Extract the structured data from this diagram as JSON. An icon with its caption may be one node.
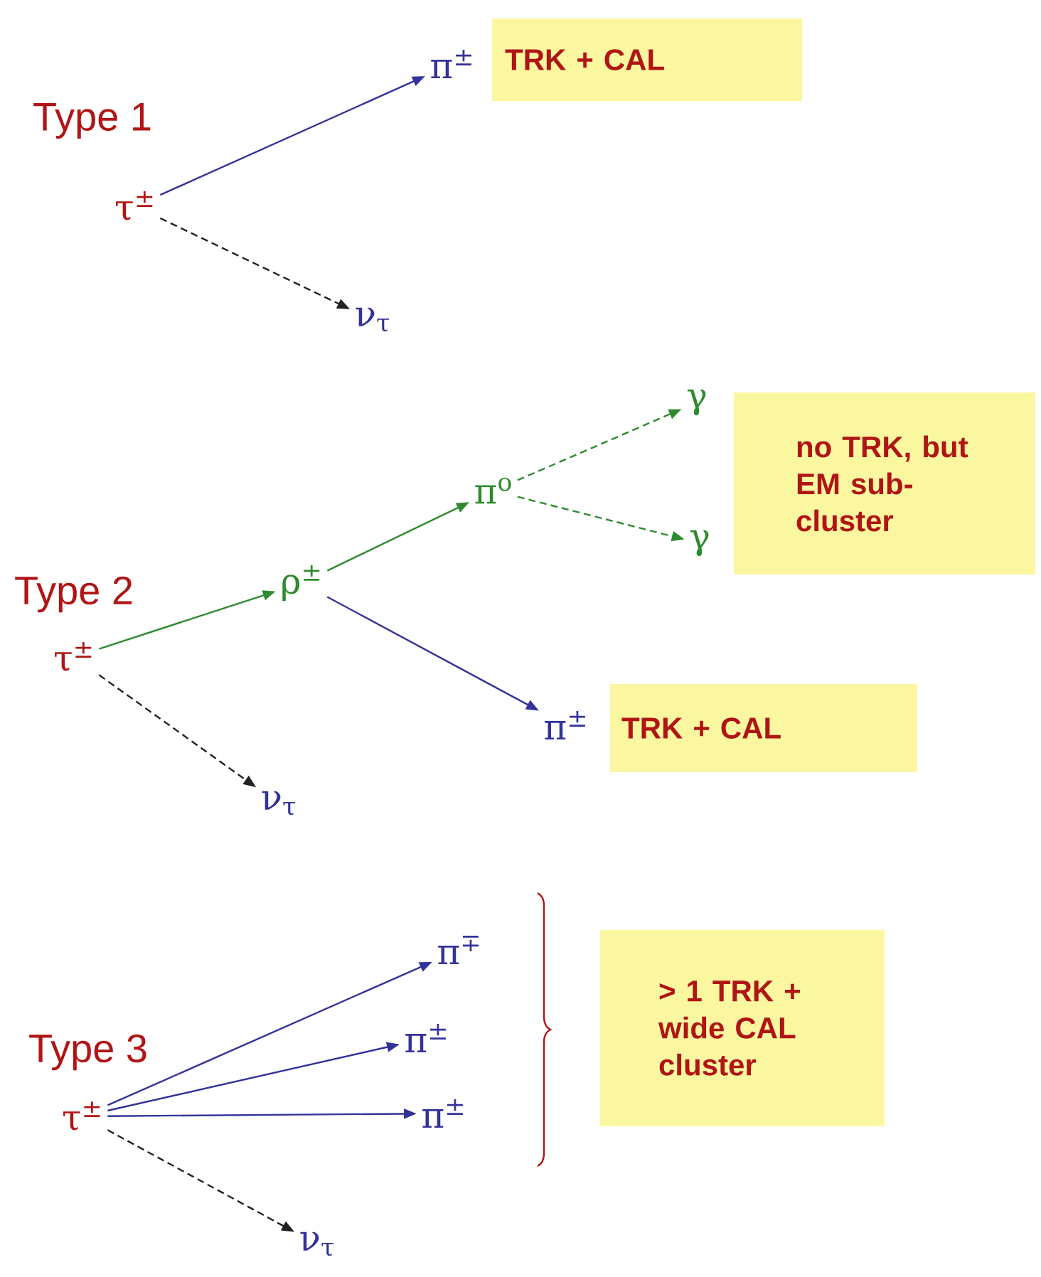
{
  "diagram": {
    "nodes": [
      {
        "text": [
          "τ$^{±}$"
        ]
      },
      {
        "text": [
          "π$^{±}$"
        ]
      },
      {
        "text": [
          "TRK + CAL"
        ]
      },
      {
        "text": [
          "ν$_{τ}$"
        ]
      },
      {
        "text": [
          "τ$^{±}$"
        ]
      },
      {
        "text": [
          "ρ$^{±}$"
        ]
      },
      {
        "text": [
          "π$^{o}$"
        ]
      },
      {
        "text": [
          "γ"
        ]
      },
      {
        "text": [
          "γ"
        ]
      },
      {
        "text": [
          "no TRK, but EM sub-cluster"
        ]
      },
      {
        "text": [
          "π$^{±}$"
        ]
      },
      {
        "text": [
          "TRK + CAL"
        ]
      },
      {
        "text": [
          "ν$_{τ}$"
        ]
      },
      {
        "text": [
          "τ$^{±}$"
        ]
      },
      {
        "text": [
          "π$^{∓}$"
        ]
      },
      {
        "text": [
          "π$^{±}$"
        ]
      },
      {
        "text": [
          "π$^{±}$"
        ]
      },
      {
        "text": [
          "> 1 TRK + wide CAL cluster"
        ]
      },
      {
        "text": [
          "ν$_{τ}$"
        ]
      }
    ],
    "edges": [
      {
        "from": 0,
        "to": 1,
        "arrow": "to"
      },
      {
        "from": 0,
        "to": 3,
        "arrow": "to",
        "style": "dashed",
        "color": "#222222"
      },
      {
        "from": 4,
        "to": 5,
        "arrow": "to",
        "color": "#2e8b2e"
      },
      {
        "from": 5,
        "to": 6,
        "arrow": "to",
        "color": "#2e8b2e"
      },
      {
        "from": 6,
        "to": 7,
        "arrow": "to",
        "style": "dashed",
        "color": "#2e8b2e"
      },
      {
        "from": 6,
        "to": 8,
        "arrow": "to",
        "style": "dashed",
        "color": "#2e8b2e"
      },
      {
        "from": 5,
        "to": 10,
        "arrow": "to"
      },
      {
        "from": 4,
        "to": 12,
        "arrow": "to",
        "style": "dashed",
        "color": "#222222"
      },
      {
        "from": 13,
        "to": 14,
        "arrow": "to"
      },
      {
        "from": 13,
        "to": 15,
        "arrow": "to"
      },
      {
        "from": 13,
        "to": 16,
        "arrow": "to"
      },
      {
        "from": 13,
        "to": 18,
        "arrow": "to",
        "style": "dashed",
        "color": "#222222"
      }
    ],
    "labels": [
      "Type 1",
      "Type 2",
      "Type 3"
    ]
  }
}
